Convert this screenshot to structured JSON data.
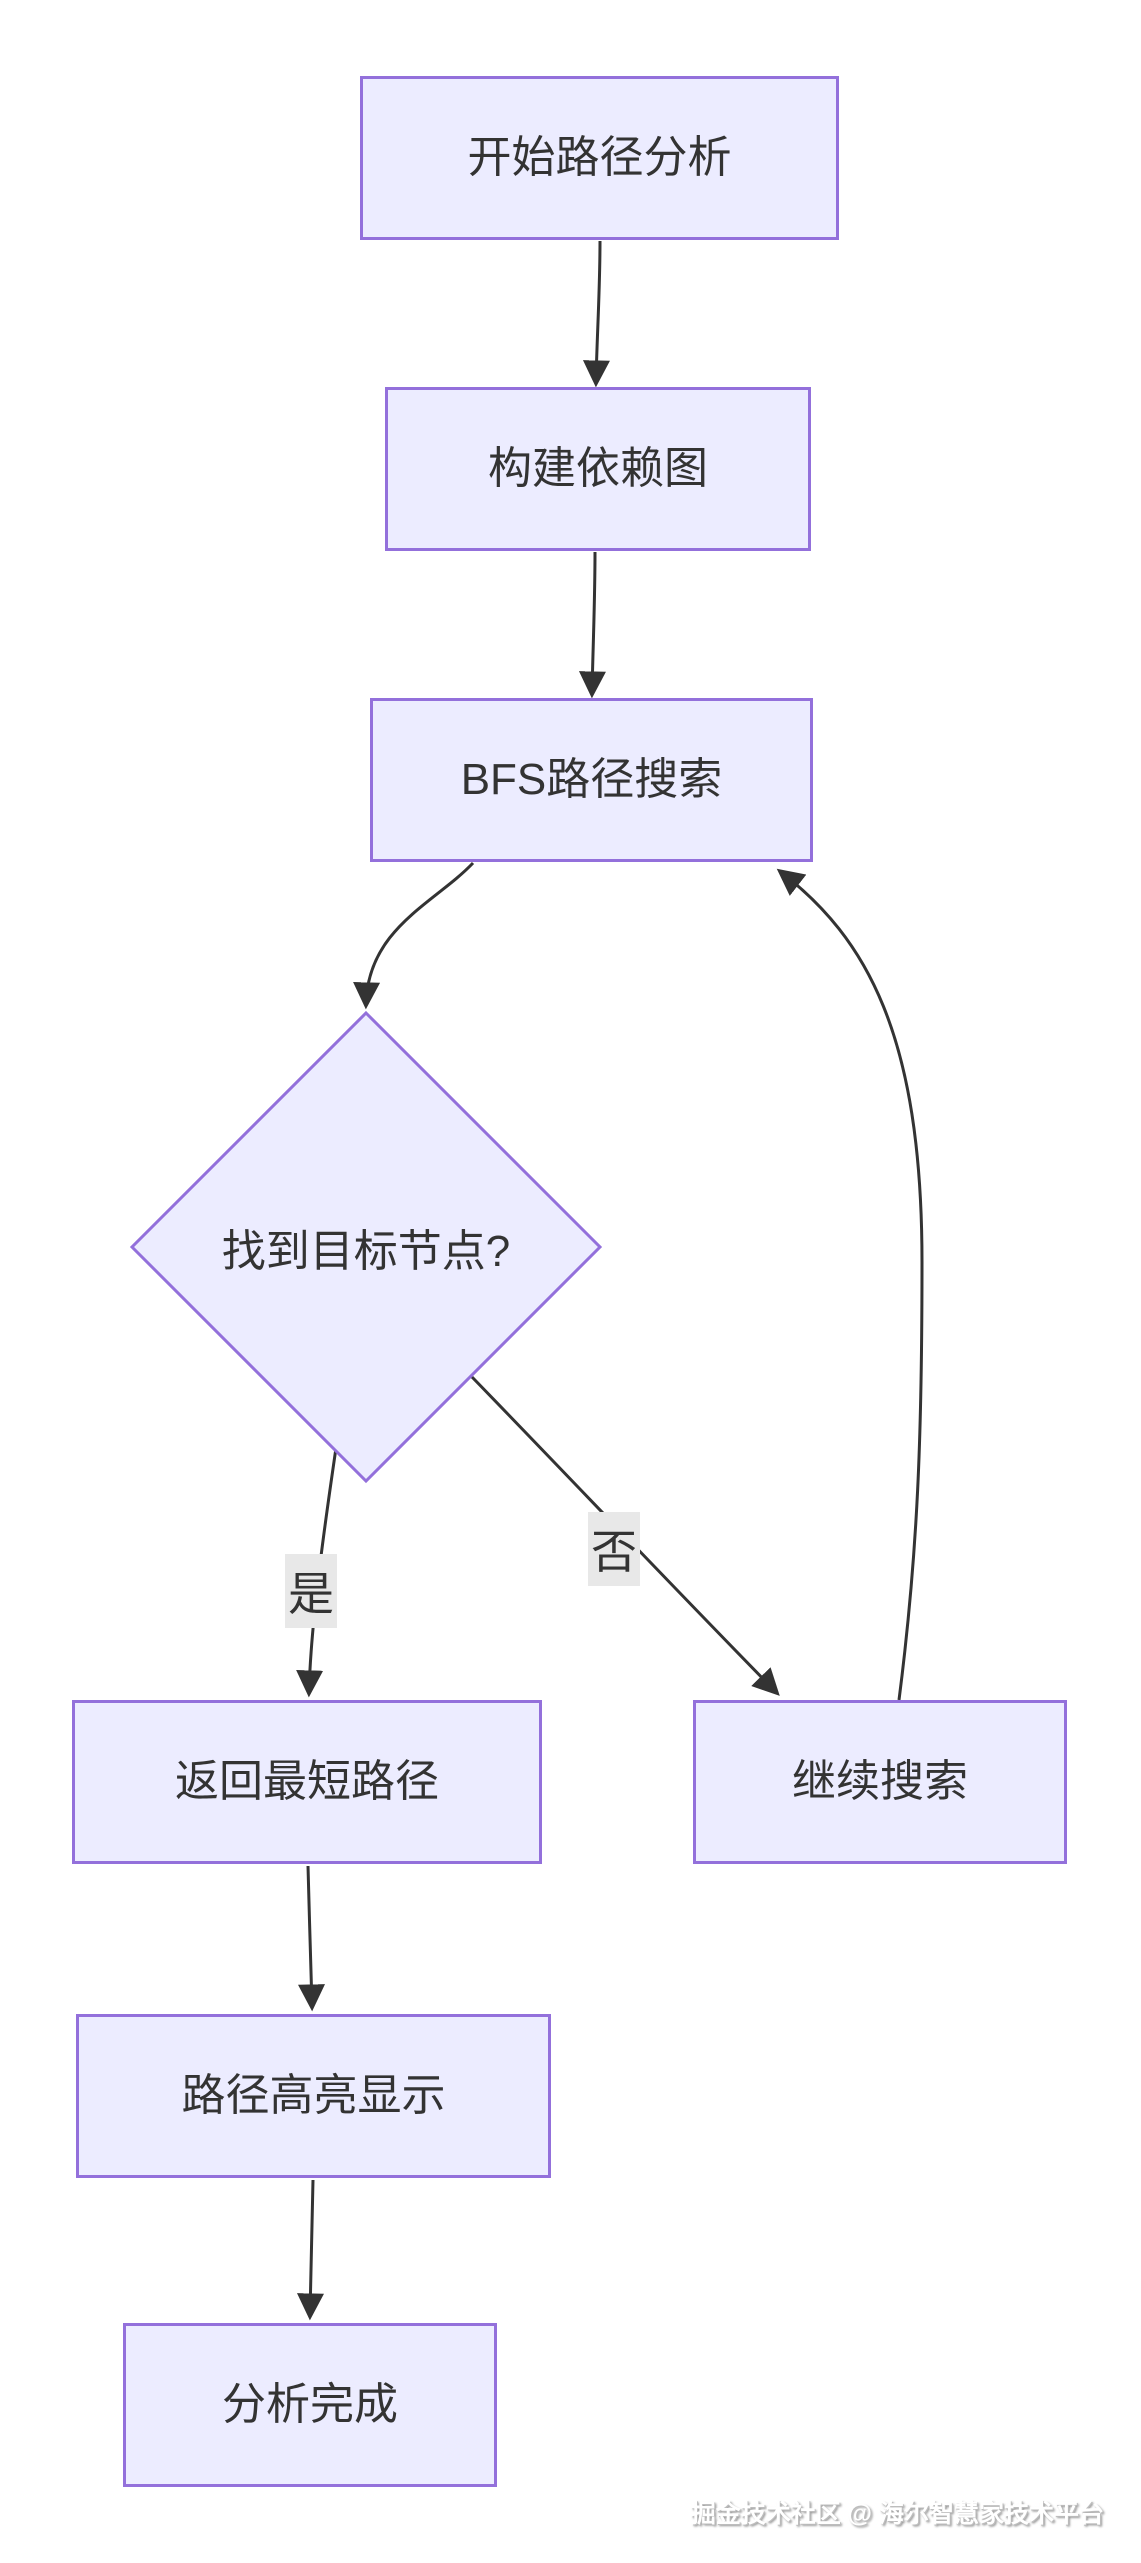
{
  "diagram": {
    "type": "flowchart",
    "direction": "top-down",
    "nodes": [
      {
        "id": "start",
        "shape": "rect",
        "label": "开始路径分析"
      },
      {
        "id": "build",
        "shape": "rect",
        "label": "构建依赖图"
      },
      {
        "id": "bfs",
        "shape": "rect",
        "label": "BFS路径搜索"
      },
      {
        "id": "found",
        "shape": "diamond",
        "label": "找到目标节点?"
      },
      {
        "id": "return",
        "shape": "rect",
        "label": "返回最短路径"
      },
      {
        "id": "continue",
        "shape": "rect",
        "label": "继续搜索"
      },
      {
        "id": "highlight",
        "shape": "rect",
        "label": "路径高亮显示"
      },
      {
        "id": "done",
        "shape": "rect",
        "label": "分析完成"
      }
    ],
    "edges": [
      {
        "from": "start",
        "to": "build",
        "label": ""
      },
      {
        "from": "build",
        "to": "bfs",
        "label": ""
      },
      {
        "from": "bfs",
        "to": "found",
        "label": ""
      },
      {
        "from": "found",
        "to": "return",
        "label": "是"
      },
      {
        "from": "found",
        "to": "continue",
        "label": "否"
      },
      {
        "from": "continue",
        "to": "bfs",
        "label": ""
      },
      {
        "from": "return",
        "to": "highlight",
        "label": ""
      },
      {
        "from": "highlight",
        "to": "done",
        "label": ""
      }
    ],
    "colors": {
      "node_fill": "#ECECFF",
      "node_border": "#9370DB",
      "edge": "#333333",
      "node_text": "#333333",
      "label_bg": "#E8E8E8",
      "background": "#FFFFFF"
    }
  },
  "watermark": {
    "text": "掘金技术社区 @ 海尔智慧家技术平台"
  }
}
